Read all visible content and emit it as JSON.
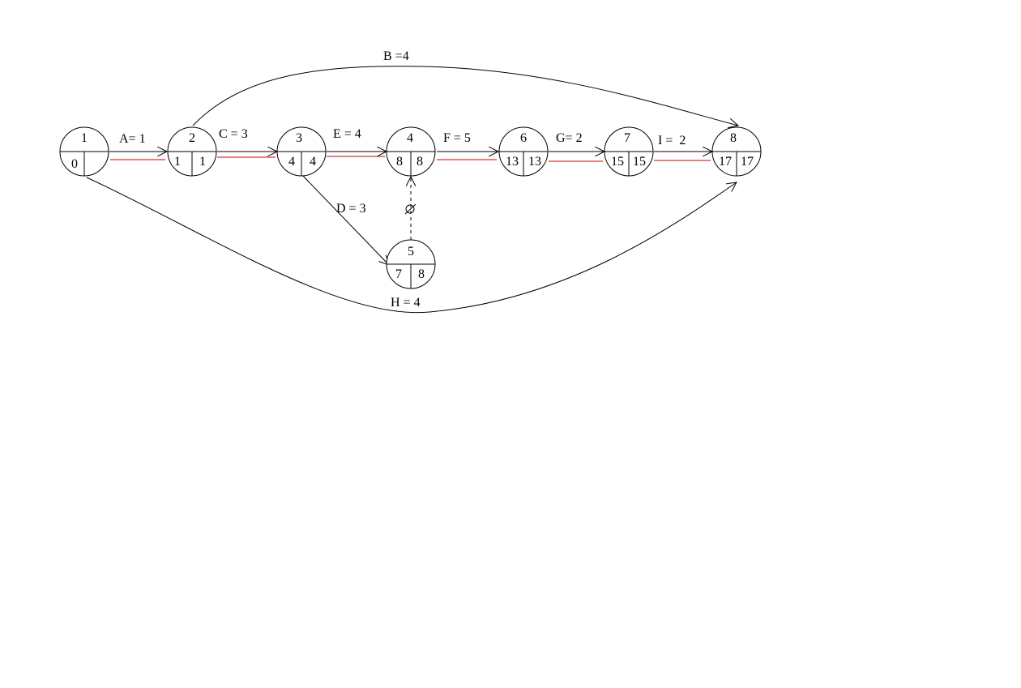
{
  "network": {
    "nodes": [
      {
        "id": "1",
        "early": "0",
        "late": ""
      },
      {
        "id": "2",
        "early": "1",
        "late": "1"
      },
      {
        "id": "3",
        "early": "4",
        "late": "4"
      },
      {
        "id": "4",
        "early": "8",
        "late": "8"
      },
      {
        "id": "5",
        "early": "7",
        "late": "8"
      },
      {
        "id": "6",
        "early": "13",
        "late": "13"
      },
      {
        "id": "7",
        "early": "15",
        "late": "15"
      },
      {
        "id": "8",
        "early": "17",
        "late": "17"
      }
    ],
    "activities": [
      {
        "name": "activity-a",
        "label": "A= 1",
        "from": "1",
        "to": "2",
        "critical": true
      },
      {
        "name": "activity-b",
        "label": "B =4",
        "from": "2",
        "to": "8",
        "critical": false
      },
      {
        "name": "activity-c",
        "label": "C = 3",
        "from": "2",
        "to": "3",
        "critical": true
      },
      {
        "name": "activity-d",
        "label": "D = 3",
        "from": "3",
        "to": "5",
        "critical": false
      },
      {
        "name": "activity-e",
        "label": "E = 4",
        "from": "3",
        "to": "4",
        "critical": true
      },
      {
        "name": "activity-f",
        "label": "F = 5",
        "from": "4",
        "to": "6",
        "critical": true
      },
      {
        "name": "activity-g",
        "label": "G= 2",
        "from": "6",
        "to": "7",
        "critical": true
      },
      {
        "name": "activity-h",
        "label": "H = 4",
        "from": "1",
        "to": "8",
        "critical": false
      },
      {
        "name": "activity-i",
        "label": "I =  2",
        "from": "7",
        "to": "8",
        "critical": true
      },
      {
        "name": "dummy-activity",
        "label": "",
        "from": "5",
        "to": "4",
        "critical": false,
        "dummy": true
      }
    ],
    "colors": {
      "line": "#000000",
      "critical_path": "#cc0000",
      "background": "#ffffff"
    }
  }
}
